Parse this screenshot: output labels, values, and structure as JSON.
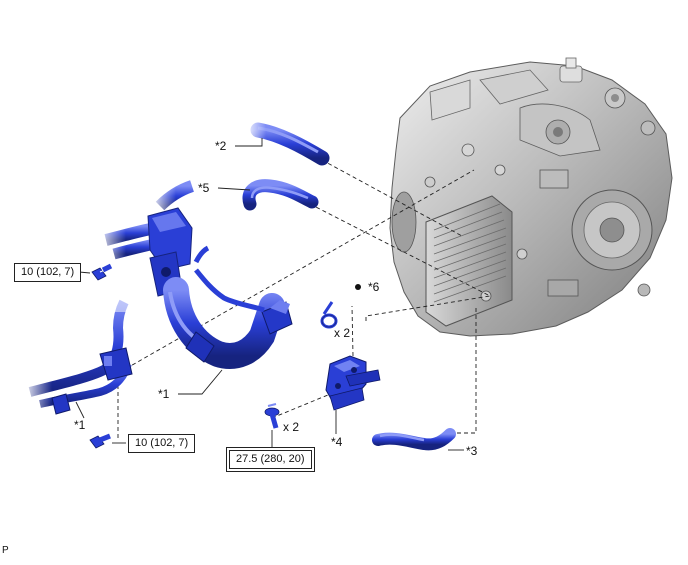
{
  "callouts": {
    "c1a": "*1",
    "c1b": "*1",
    "c2": "*2",
    "c3": "*3",
    "c4": "*4",
    "c5": "*5",
    "c6": "*6"
  },
  "quantities": {
    "clamp": "x 2",
    "bolt": "x 2"
  },
  "torques": {
    "bolt_upper": "10 (102, 7)",
    "bolt_lower": "10 (102, 7)",
    "bolt_bracket": "27.5 (280, 20)"
  },
  "corner_mark": "P",
  "colors": {
    "hose_blue": "#2a3fd6",
    "hose_highlight": "#7d8cf5",
    "hose_shadow": "#16237f",
    "transmission_gray": "#b7b7b7",
    "leader": "#222222"
  },
  "marks": {
    "part6_marker": "filled-dot"
  }
}
